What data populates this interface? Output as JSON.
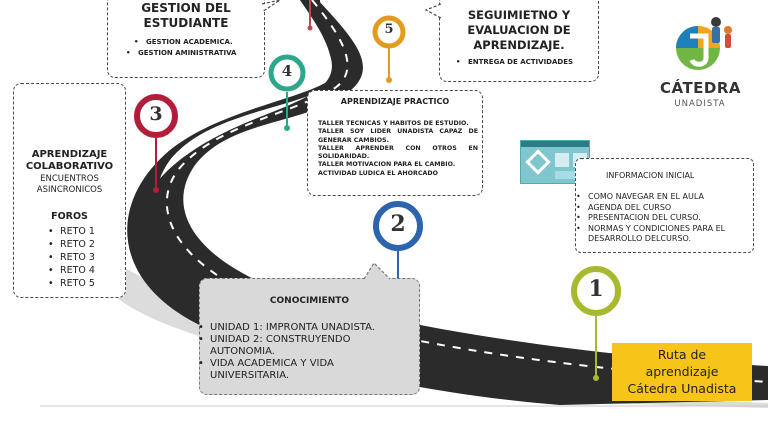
{
  "gestion": {
    "title_line1": "GESTION DEL",
    "title_line2": "ESTUDIANTE",
    "items": [
      "GESTION ACADEMICA.",
      "GESTION AMINISTRATIVA"
    ]
  },
  "seguimiento": {
    "title_line1": "SEGUIMIETNO Y",
    "title_line2": "EVALUACION DE",
    "title_line3": "APRENDIZAJE.",
    "items": [
      "ENTREGA DE ACTIVIDADES"
    ]
  },
  "logo": {
    "line1": "CÁTEDRA",
    "line2": "UNADISTA"
  },
  "colaborativo": {
    "title_line1": "APRENDIZAJE",
    "title_line2": "COLABORATIVO",
    "sub_line1": "ENCUENTROS",
    "sub_line2": "ASINCRONICOS",
    "foros_label": "FOROS",
    "retos": [
      "RETO 1",
      "RETO 2",
      "RETO 3",
      "RETO 4",
      "RETO 5"
    ]
  },
  "practico": {
    "title": "APRENDIZAJE PRACTICO",
    "items": [
      "TALLER TECNICAS Y HABITOS DE ESTUDIO.",
      "TALLER SOY LIDER UNADISTA CAPAZ DE GENERAR CAMBIOS.",
      "TALLER APRENDER CON OTROS EN SOLIDARIDAD.",
      "TALLER MOTIVACION PARA EL CAMBIO.",
      "ACTIVIDAD LUDICA EL AHORCADO"
    ]
  },
  "informacion": {
    "title": "INFORMACION INICIAL",
    "items": [
      "COMO NAVEGAR EN EL AULA",
      "AGENDA DEL CURSO",
      "PRESENTACION DEL CURSO.",
      "NORMAS Y CONDICIONES PARA EL DESARROLLO DELCURSO."
    ]
  },
  "conocimiento": {
    "title": "CONOCIMIENTO",
    "items": [
      "UNIDAD 1: IMPRONTA UNADISTA.",
      "UNIDAD 2: CONSTRUYENDO AUTONOMIA.",
      "VIDA ACADEMICA Y VIDA UNIVERSITARIA."
    ]
  },
  "ruta": {
    "line1": "Ruta de",
    "line2": "aprendizaje",
    "line3": "Cátedra Unadista"
  },
  "markers": [
    {
      "number": "1",
      "color": "#a9b92e"
    },
    {
      "number": "2",
      "color": "#2e63ad"
    },
    {
      "number": "3",
      "color": "#b21e3a"
    },
    {
      "number": "4",
      "color": "#2da78b"
    },
    {
      "number": "5",
      "color": "#e39a1e"
    }
  ],
  "colors": {
    "road": "#2b2b2b",
    "road_shadow": "#d8d8d8",
    "ruta_bg": "#f7c41a",
    "conocimiento_bg": "#d9d9d9",
    "logo_text": "#333333"
  }
}
